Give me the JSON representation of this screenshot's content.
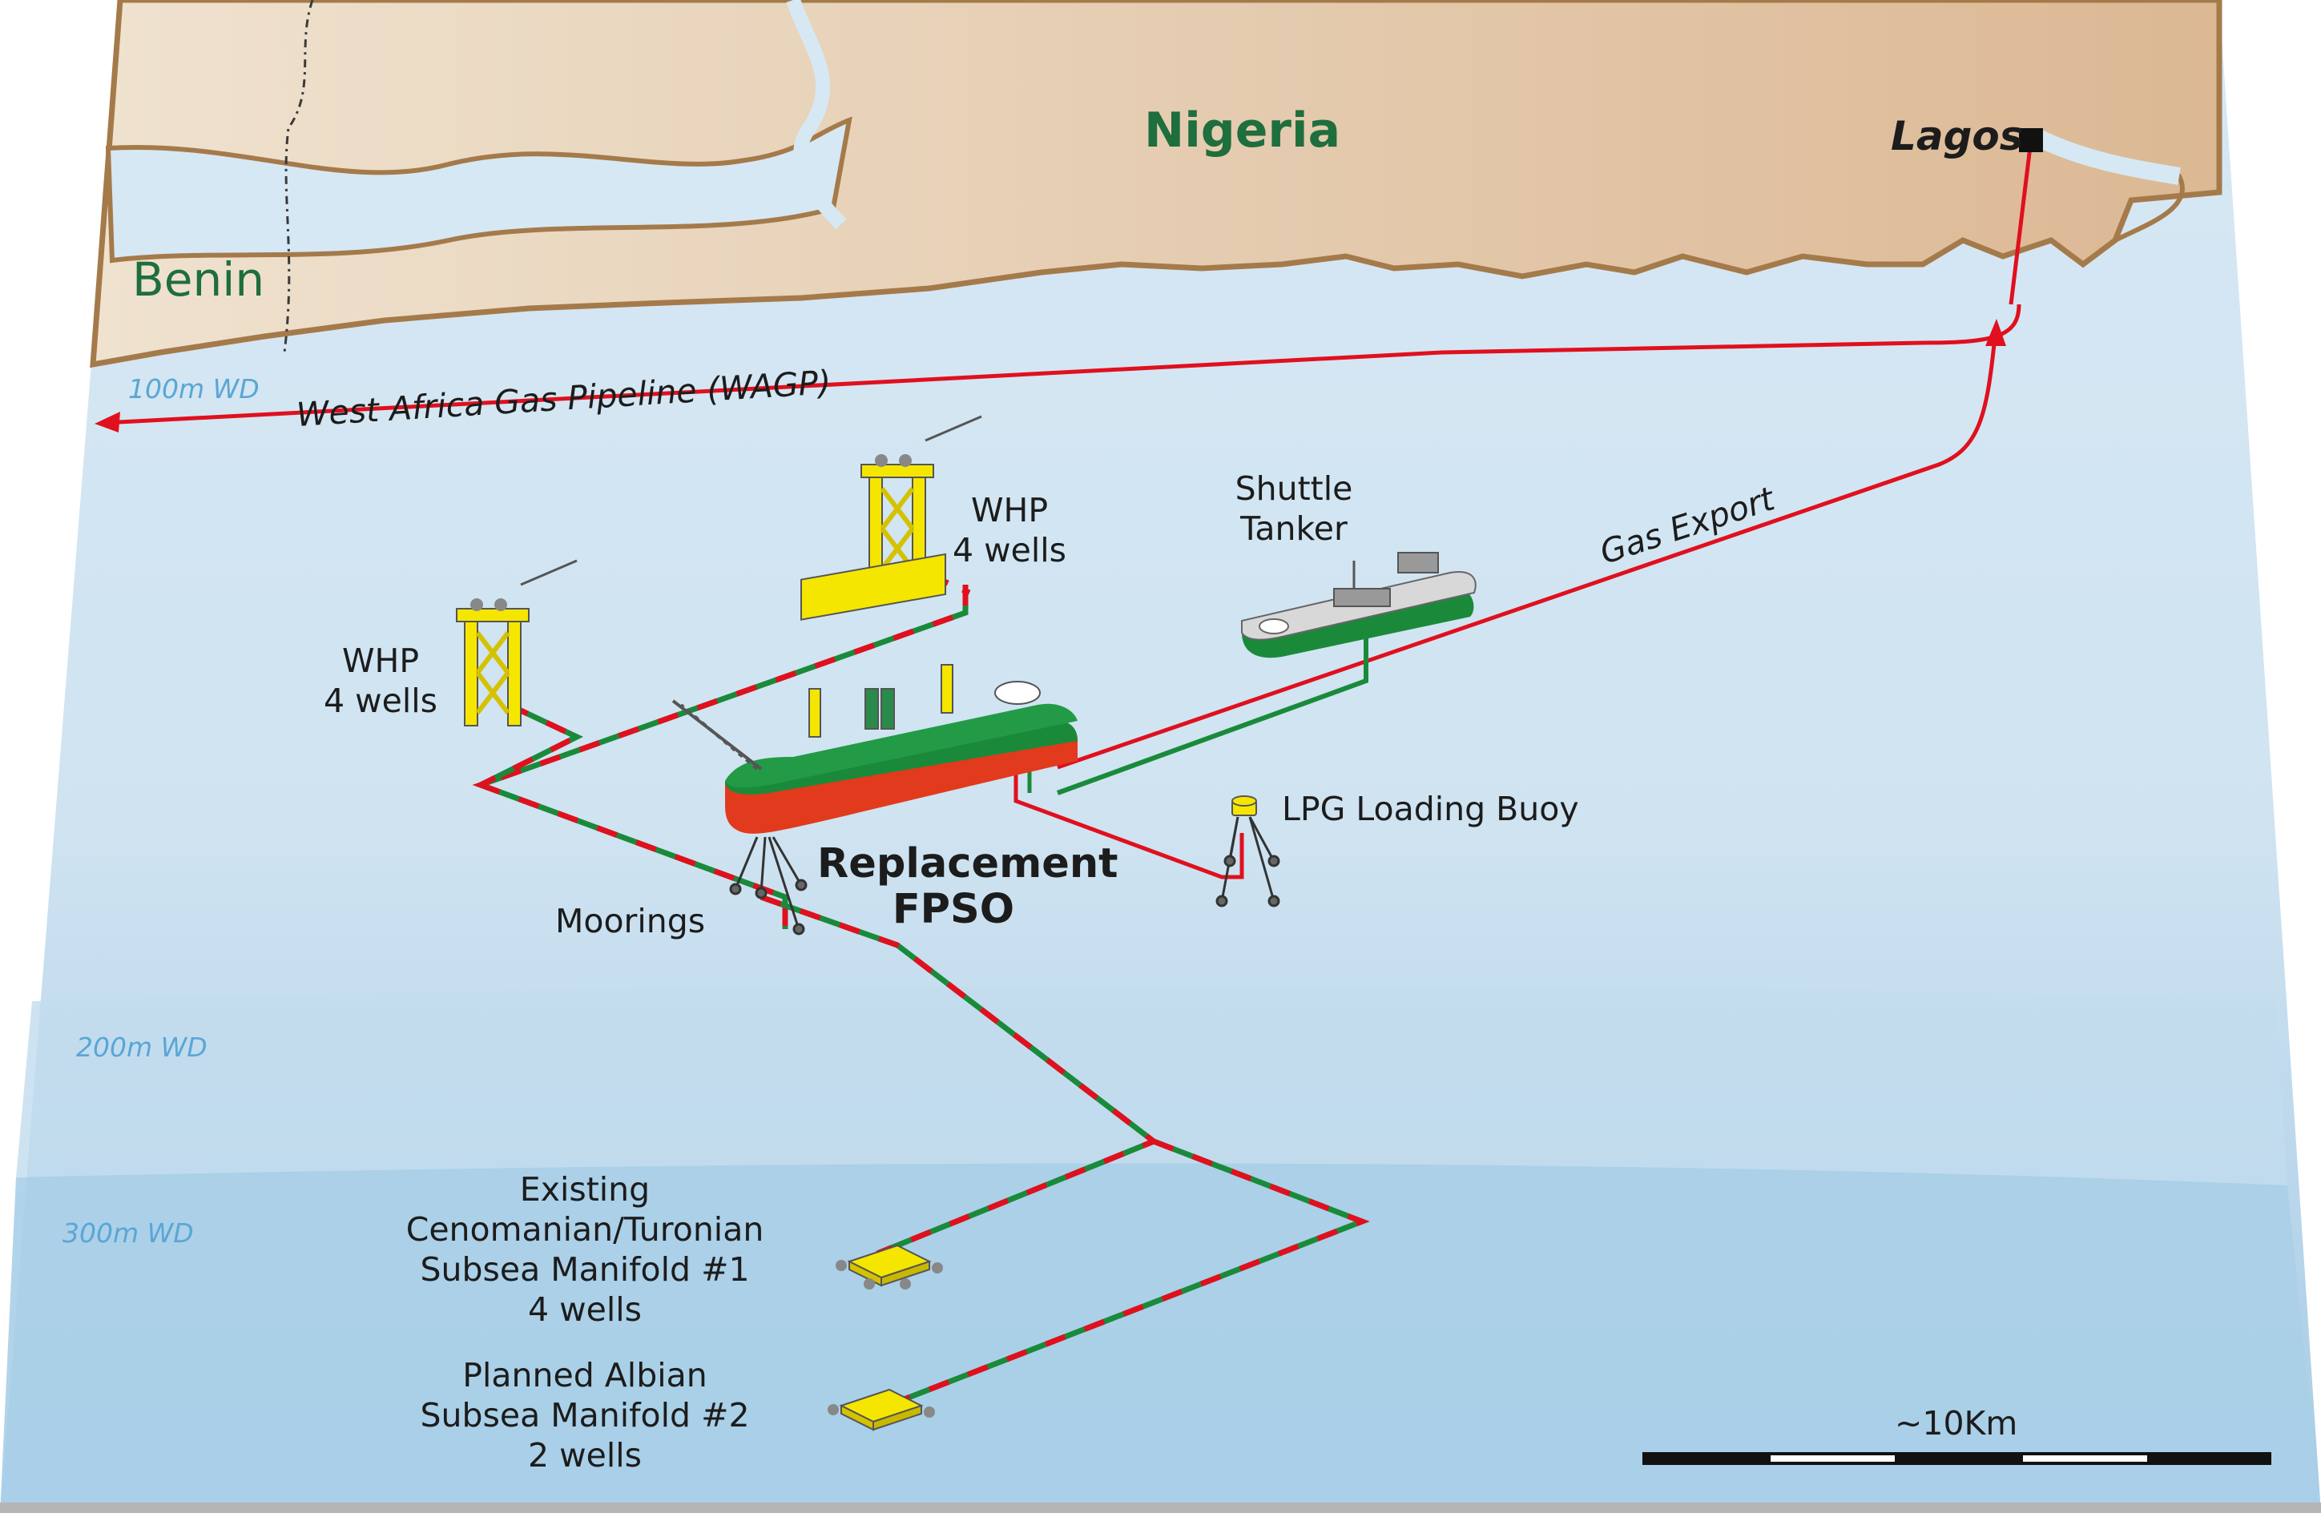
{
  "countries": {
    "nigeria": "Nigeria",
    "benin": "Benin"
  },
  "city": {
    "lagos": "Lagos"
  },
  "depths": {
    "d100": "100m WD",
    "d200": "200m WD",
    "d300": "300m WD"
  },
  "pipelines": {
    "wagp": "West Africa Gas Pipeline (WAGP)",
    "gas_export": "Gas Export"
  },
  "facilities": {
    "whp_left": [
      "WHP",
      "4 wells"
    ],
    "whp_right": [
      "WHP",
      "4 wells"
    ],
    "shuttle_tanker": [
      "Shuttle",
      "Tanker"
    ],
    "lpg_buoy": "LPG Loading Buoy",
    "fpso": [
      "Replacement",
      "FPSO"
    ],
    "moorings": "Moorings",
    "manifold1": [
      "Existing",
      "Cenomanian/Turonian",
      "Subsea Manifold #1",
      "4 wells"
    ],
    "manifold2": [
      "Planned Albian",
      "Subsea Manifold #2",
      "2 wells"
    ]
  },
  "scale_bar": {
    "label": "~10Km"
  },
  "colors": {
    "sea_light": "#e6f0f8",
    "sea_deep": "#a9cce6",
    "land": "#e8d2b6",
    "coast": "#a57a4a",
    "red": "#e0101e",
    "green": "#1a8a3a",
    "yellow": "#f5e600",
    "country_text": "#1e6e3e"
  }
}
